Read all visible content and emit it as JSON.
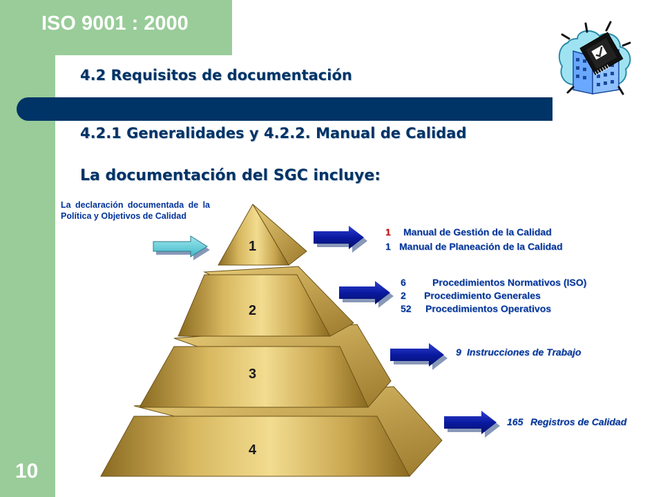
{
  "header": {
    "title": "ISO 9001 : 2000",
    "slide_number": "10"
  },
  "headings": {
    "section": "4.2 Requisitos de documentación",
    "subsection": "4.2.1 Generalidades y 4.2.2. Manual de Calidad",
    "intro": "La documentación del SGC incluye:"
  },
  "policy_note": "La declaración documentada de la Política y Objetivos de Calidad",
  "pyramid": {
    "levels": [
      "1",
      "2",
      "3",
      "4"
    ],
    "fill_color": "#c9a650",
    "arrow_color": "#0a1aa0"
  },
  "level_items": {
    "level1": [
      {
        "count": "1",
        "label": "Manual de Gestión de la Calidad"
      },
      {
        "count": "1",
        "label": "Manual de Planeación de la Calidad"
      }
    ],
    "level2": [
      {
        "count": "6",
        "label": "Procedimientos Normativos (ISO)"
      },
      {
        "count": "2",
        "label": "Procedimiento Generales"
      },
      {
        "count": "52",
        "label": "Procedimientos Operativos"
      }
    ],
    "level3": [
      {
        "count": "9",
        "label": "Instrucciones de Trabajo"
      }
    ],
    "level4": [
      {
        "count": "165",
        "label": "Registros de Calidad"
      }
    ]
  },
  "icons": {
    "clipart": "building-with-checklist-icon"
  }
}
